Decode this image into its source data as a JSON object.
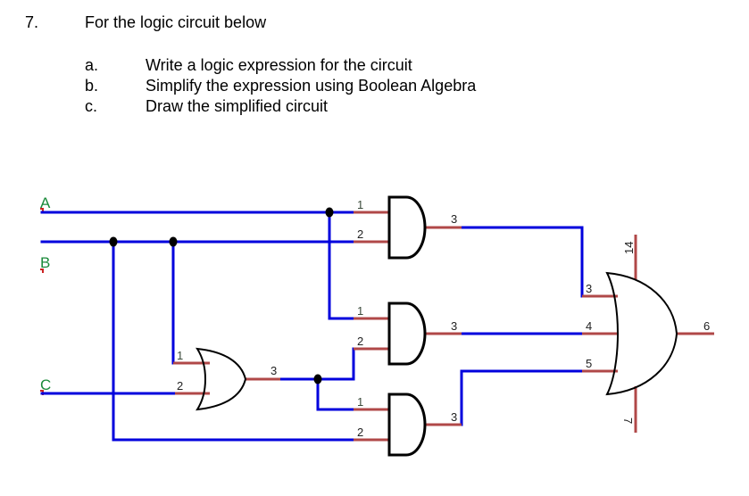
{
  "question": {
    "number": "7.",
    "title": "For the logic circuit below",
    "parts": [
      {
        "letter": "a.",
        "text": "Write a logic expression for the circuit"
      },
      {
        "letter": "b.",
        "text": "Simplify the expression using Boolean Algebra"
      },
      {
        "letter": "c.",
        "text": "Draw the simplified circuit"
      }
    ]
  },
  "circuit": {
    "inputs": [
      "A",
      "B",
      "C"
    ],
    "gates": {
      "and1": {
        "type": "AND",
        "pins": {
          "in1": "1",
          "in2": "2",
          "out": "3"
        }
      },
      "and2": {
        "type": "AND",
        "pins": {
          "in1": "1",
          "in2": "2",
          "out": "3"
        }
      },
      "and3": {
        "type": "AND",
        "pins": {
          "in1": "1",
          "in2": "2",
          "out": "3"
        }
      },
      "or1": {
        "type": "OR",
        "pins": {
          "in1": "1",
          "in2": "2",
          "out": "3"
        }
      },
      "or3": {
        "type": "OR",
        "pins": {
          "in1": "3",
          "in2": "4",
          "in3": "5",
          "out": "6",
          "vcc": "14",
          "gnd": "7"
        }
      }
    },
    "colors": {
      "wire": "#0000dd",
      "pin": "#b04848",
      "label": "#1a8a3a",
      "gate": "#000000"
    }
  }
}
